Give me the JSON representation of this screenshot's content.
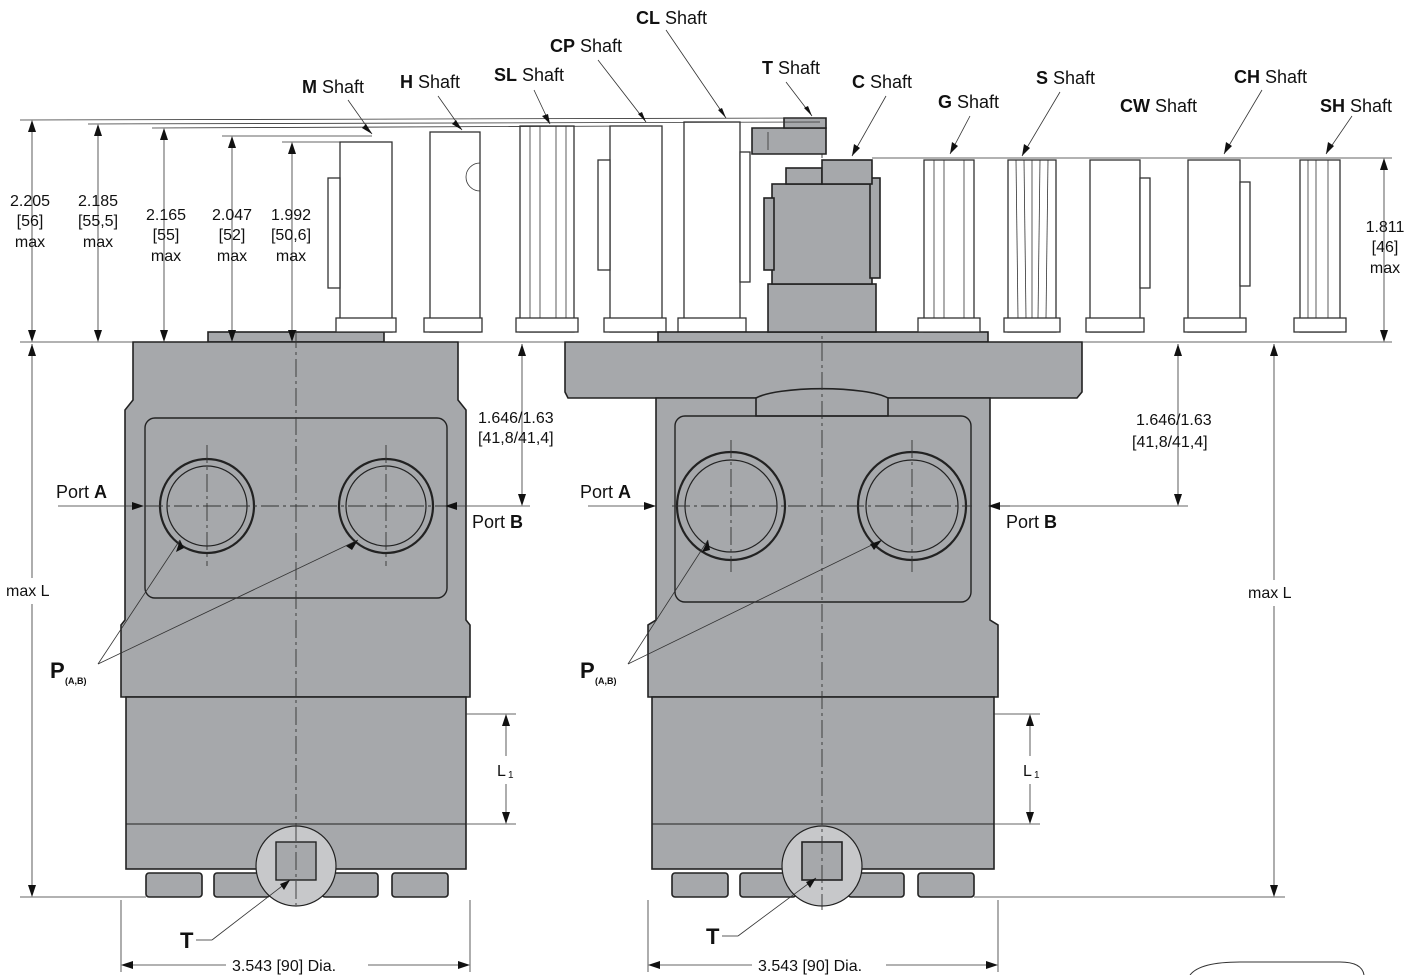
{
  "shafts": [
    {
      "bold": "M",
      "rest": " Shaft"
    },
    {
      "bold": "H",
      "rest": " Shaft"
    },
    {
      "bold": "SL",
      "rest": " Shaft"
    },
    {
      "bold": "CP",
      "rest": " Shaft"
    },
    {
      "bold": "CL",
      "rest": " Shaft"
    },
    {
      "bold": "T",
      "rest": " Shaft"
    },
    {
      "bold": "C",
      "rest": " Shaft"
    },
    {
      "bold": "G",
      "rest": " Shaft"
    },
    {
      "bold": "S",
      "rest": " Shaft"
    },
    {
      "bold": "CW",
      "rest": " Shaft"
    },
    {
      "bold": "CH",
      "rest": " Shaft"
    },
    {
      "bold": "SH",
      "rest": " Shaft"
    }
  ],
  "heights": [
    {
      "inch": "2.205",
      "mm": "[56]",
      "note": "max"
    },
    {
      "inch": "2.185",
      "mm": "[55,5]",
      "note": "max"
    },
    {
      "inch": "2.165",
      "mm": "[55]",
      "note": "max"
    },
    {
      "inch": "2.047",
      "mm": "[52]",
      "note": "max"
    },
    {
      "inch": "1.992",
      "mm": "[50,6]",
      "note": "max"
    },
    {
      "inch": "1.811",
      "mm": "[46]",
      "note": "max"
    }
  ],
  "port_offset": {
    "inch": "1.646/1.63",
    "mm": "[41,8/41,4]"
  },
  "ports": {
    "a_prefix": "Port ",
    "a_bold": "A",
    "b_prefix": "Port ",
    "b_bold": "B"
  },
  "pressure_label": {
    "main": "P",
    "sub": "(A,B)"
  },
  "tank_label": "T",
  "length_label": "max L",
  "l1_label": {
    "main": "L",
    "sub": "1"
  },
  "diameter": "3.543 [90] Dia."
}
